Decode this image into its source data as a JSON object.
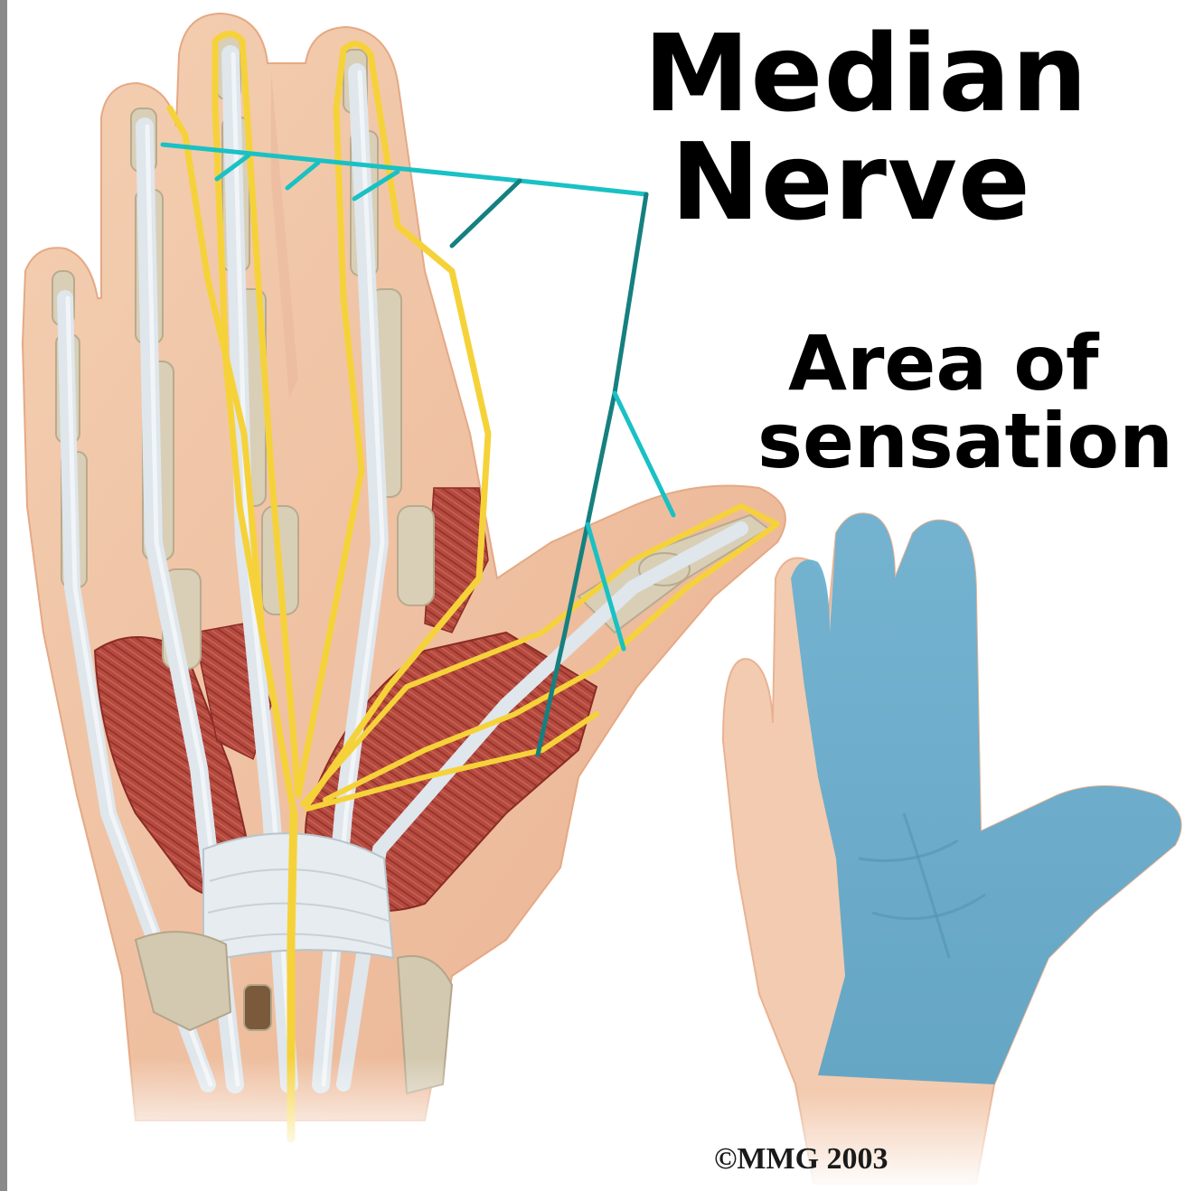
{
  "title": {
    "line1": "Median",
    "line2": "Nerve"
  },
  "sensation_label": {
    "line1": "Area of",
    "line2": "sensation"
  },
  "copyright": "©MMG 2003",
  "colors": {
    "nerve": "#f6d23a",
    "leader_line": "#19c1c4",
    "leader_line_dark": "#15807f",
    "tendon": "#dde5ea",
    "muscle": "#b8493f",
    "bone": "#d6cbb4",
    "skin": "#f1c6a6",
    "sensation_area": "#62a8c8"
  }
}
